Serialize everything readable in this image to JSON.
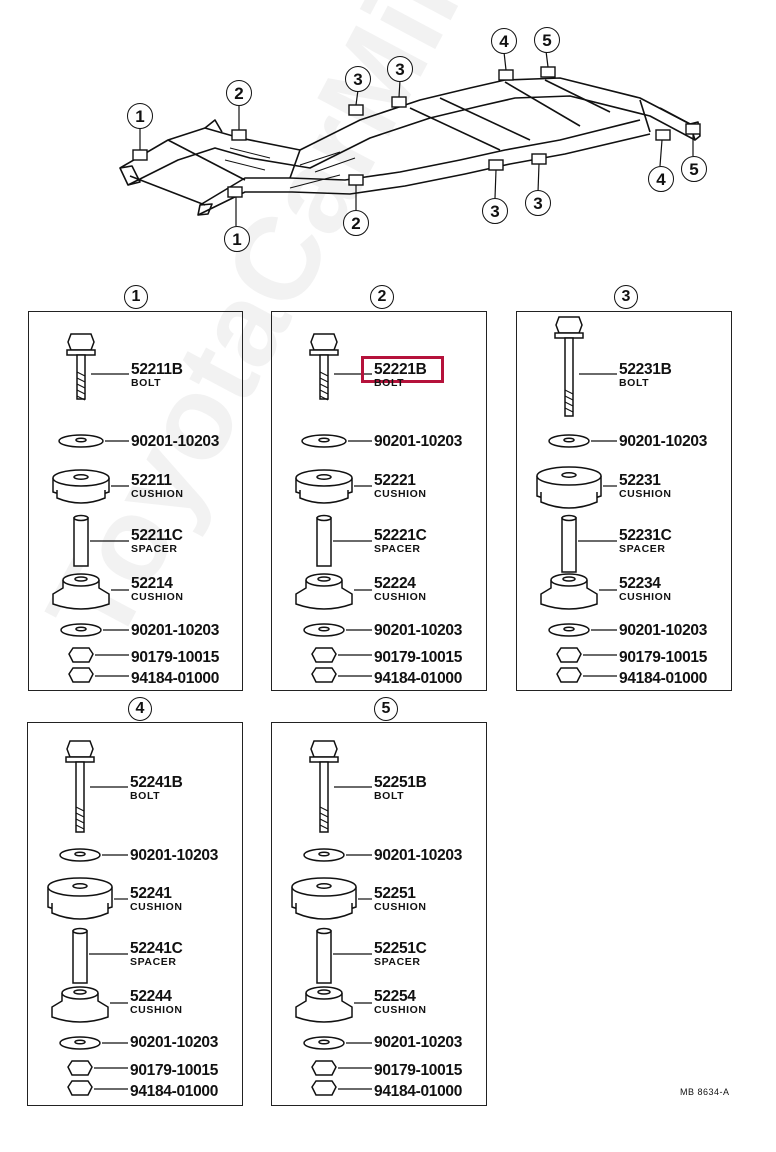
{
  "watermark": "ToyotaCarMine.ru",
  "drawing_id": "MB  8634-A",
  "highlight_color": "#b5123b",
  "frame_callouts": [
    "1",
    "2",
    "3",
    "3",
    "4",
    "5",
    "1",
    "2",
    "3",
    "3",
    "4",
    "5"
  ],
  "panels": [
    {
      "number": "1",
      "bolt": {
        "part": "52211B",
        "name": "BOLT"
      },
      "washer_top": "90201-10203",
      "upper_cushion": {
        "part": "52211",
        "name": "CUSHION"
      },
      "spacer": {
        "part": "52211C",
        "name": "SPACER"
      },
      "lower_cushion": {
        "part": "52214",
        "name": "CUSHION"
      },
      "washer_bottom": "90201-10203",
      "nut": "90179-10015",
      "bottom_nut": "94184-01000"
    },
    {
      "number": "2",
      "bolt": {
        "part": "52221B",
        "name": "BOLT"
      },
      "washer_top": "90201-10203",
      "upper_cushion": {
        "part": "52221",
        "name": "CUSHION"
      },
      "spacer": {
        "part": "52221C",
        "name": "SPACER"
      },
      "lower_cushion": {
        "part": "52224",
        "name": "CUSHION"
      },
      "washer_bottom": "90201-10203",
      "nut": "90179-10015",
      "bottom_nut": "94184-01000"
    },
    {
      "number": "3",
      "bolt": {
        "part": "52231B",
        "name": "BOLT"
      },
      "washer_top": "90201-10203",
      "upper_cushion": {
        "part": "52231",
        "name": "CUSHION"
      },
      "spacer": {
        "part": "52231C",
        "name": "SPACER"
      },
      "lower_cushion": {
        "part": "52234",
        "name": "CUSHION"
      },
      "washer_bottom": "90201-10203",
      "nut": "90179-10015",
      "bottom_nut": "94184-01000"
    },
    {
      "number": "4",
      "bolt": {
        "part": "52241B",
        "name": "BOLT"
      },
      "washer_top": "90201-10203",
      "upper_cushion": {
        "part": "52241",
        "name": "CUSHION"
      },
      "spacer": {
        "part": "52241C",
        "name": "SPACER"
      },
      "lower_cushion": {
        "part": "52244",
        "name": "CUSHION"
      },
      "washer_bottom": "90201-10203",
      "nut": "90179-10015",
      "bottom_nut": "94184-01000"
    },
    {
      "number": "5",
      "bolt": {
        "part": "52251B",
        "name": "BOLT"
      },
      "washer_top": "90201-10203",
      "upper_cushion": {
        "part": "52251",
        "name": "CUSHION"
      },
      "spacer": {
        "part": "52251C",
        "name": "SPACER"
      },
      "lower_cushion": {
        "part": "52254",
        "name": "CUSHION"
      },
      "washer_bottom": "90201-10203",
      "nut": "90179-10015",
      "bottom_nut": "94184-01000"
    }
  ]
}
